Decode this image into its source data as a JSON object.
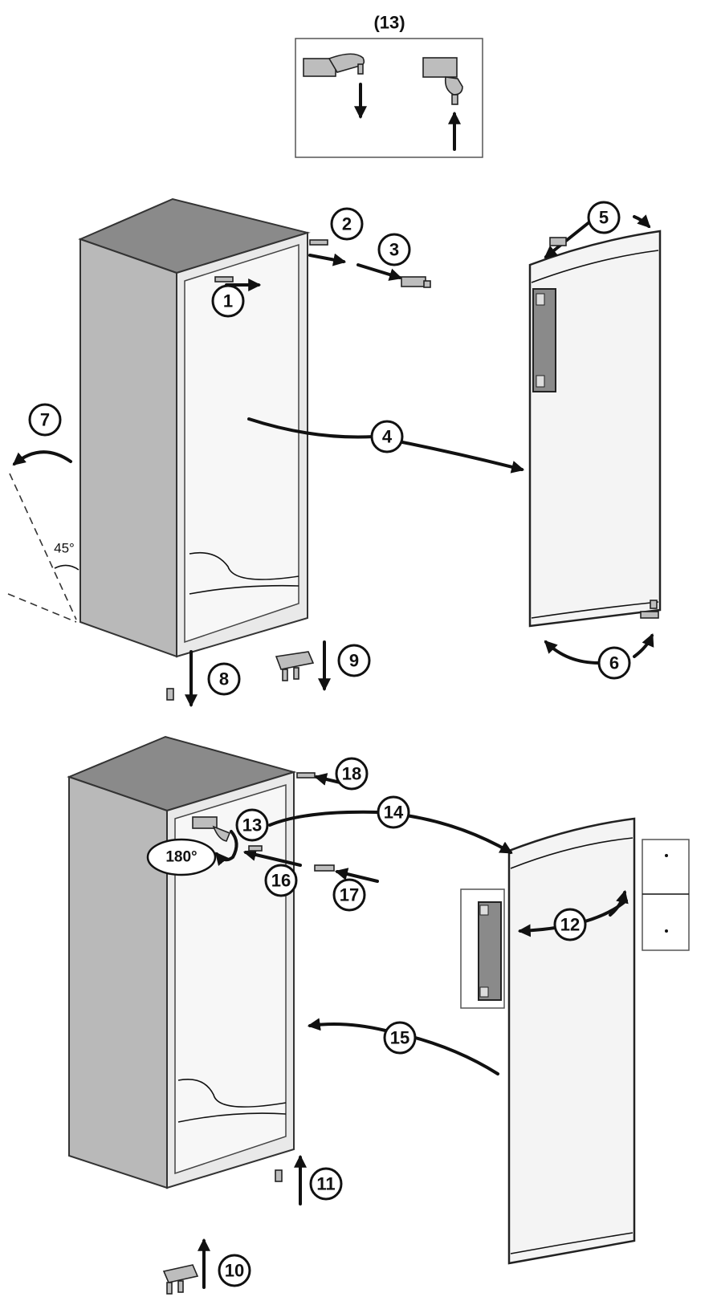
{
  "inset": {
    "title": "(13)"
  },
  "angle_label": "45°",
  "rotation_label": "180°",
  "steps": {
    "s1": "1",
    "s2": "2",
    "s3": "3",
    "s4": "4",
    "s5": "5",
    "s6": "6",
    "s7": "7",
    "s8": "8",
    "s9": "9",
    "s10": "10",
    "s11": "11",
    "s12": "12",
    "s13": "13",
    "s14": "14",
    "s15": "15",
    "s16": "16",
    "s17": "17",
    "s18": "18"
  },
  "colors": {
    "ink": "#111111",
    "cabinet_top": "#8a8a8a",
    "cabinet_side": "#b9b9b9",
    "door": "#f4f4f4"
  }
}
